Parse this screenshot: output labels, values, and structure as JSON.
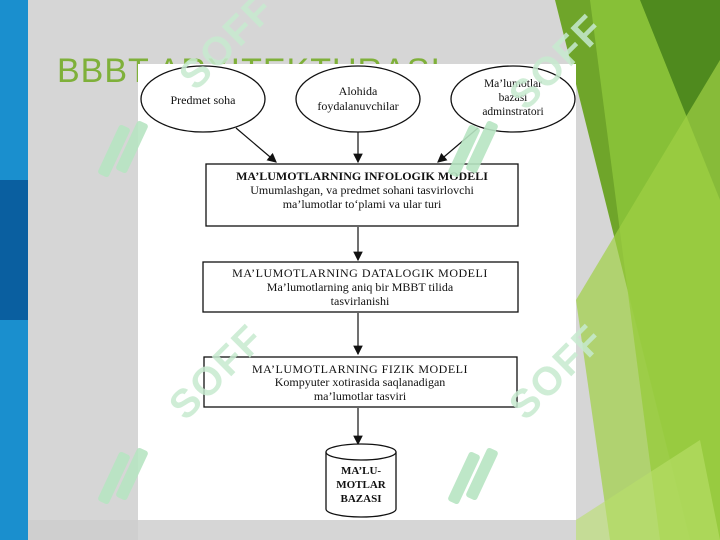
{
  "slide": {
    "title": "BBBT ARXITEKTURASI",
    "watermark_text": "SOFF",
    "colors": {
      "accent_green": "#7fb03a",
      "blue_bar": "#1a8fce",
      "dark_blue": "#0a5fa0",
      "background": "#d6d6d6"
    }
  },
  "diagram": {
    "ellipses": [
      {
        "lines": [
          "Predmet soha"
        ]
      },
      {
        "lines": [
          "Alohida",
          "foydalanuvchilar"
        ]
      },
      {
        "lines": [
          "Ma’lumotlar",
          "bazasi",
          "adminstratori"
        ]
      }
    ],
    "boxes": [
      {
        "title": "MA’LUMOTLARNING INFOLOGIK MODELI",
        "lines": [
          "Umumlashgan, va predmet sohani tasvirlovchi",
          "ma’lumotlar to‘plami va ular turi"
        ]
      },
      {
        "title": "MA’LUMOTLARNING DATALOGIK MODELI",
        "lines": [
          "Ma’lumotlarning aniq bir MBBT tilida",
          "tasvirlanishi"
        ]
      },
      {
        "title": "MA’LUMOTLARNING FIZIK MODELI",
        "lines": [
          "Kompyuter xotirasida saqlanadigan",
          "ma’lumotlar tasviri"
        ]
      }
    ],
    "database": {
      "lines": [
        "MA’LU-",
        "MOTLAR",
        "BAZASI"
      ]
    }
  }
}
